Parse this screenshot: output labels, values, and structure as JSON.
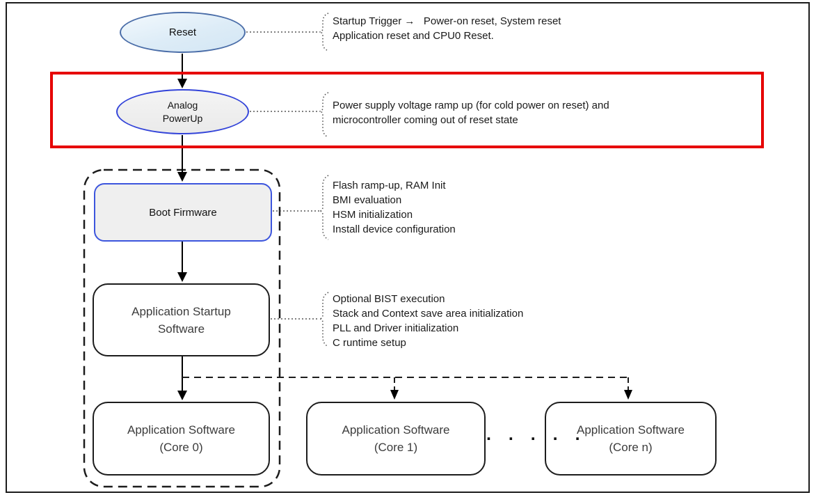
{
  "nodes": {
    "reset": {
      "label": "Reset"
    },
    "analog_powerup": {
      "line1": "Analog",
      "line2": "PowerUp"
    },
    "boot_firmware": {
      "label": "Boot Firmware"
    },
    "app_startup_software": {
      "line1": "Application Startup",
      "line2": "Software"
    },
    "app_sw_core0": {
      "line1": "Application Software",
      "line2": "(Core 0)"
    },
    "app_sw_core1": {
      "line1": "Application Software",
      "line2": "(Core 1)"
    },
    "app_sw_coren": {
      "line1": "Application Software",
      "line2": "(Core n)"
    }
  },
  "annotations": {
    "reset": {
      "lines": [
        "Startup Trigger →   Power-on reset, System reset",
        "Application reset and CPU0 Reset."
      ]
    },
    "analog_powerup": {
      "lines": [
        "Power supply voltage ramp up (for cold power on reset) and",
        "microcontroller coming out of reset state"
      ]
    },
    "boot_firmware": {
      "lines": [
        "Flash ramp-up, RAM Init",
        "BMI evaluation",
        "HSM initialization",
        "Install device configuration"
      ]
    },
    "app_startup_software": {
      "lines": [
        "Optional BIST execution",
        "Stack and Context save area initialization",
        "PLL and Driver initialization",
        "C runtime setup"
      ]
    }
  },
  "ellipsis": ". . . . .",
  "colors": {
    "highlight_rectangle": "#e60000",
    "reset_fill": "#ddecf7",
    "reset_border": "#4a6da8",
    "analog_fill": "#efefef",
    "analog_border": "#3344d9",
    "boot_fill": "#efefef",
    "boot_border": "#3c55dd",
    "plain_node_border": "#1c1c1c",
    "line": "#000000"
  }
}
